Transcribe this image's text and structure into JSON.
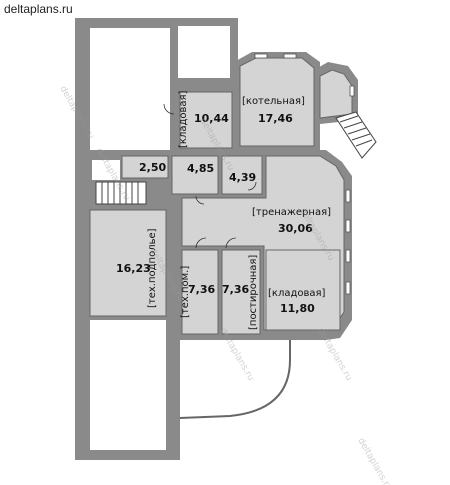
{
  "site": "deltaplans.ru",
  "watermark": "deltaplans.ru",
  "colors": {
    "wall": "#8a8a8a",
    "wall_dark": "#6f6f6f",
    "room_fill": "#d4d4d4",
    "white": "#ffffff",
    "line": "#555555"
  },
  "rooms": {
    "storage_top": {
      "name": "[кладовая]",
      "area": "10,44"
    },
    "boiler": {
      "name": "[котельная]",
      "area": "17,46"
    },
    "stair_small": {
      "area": "2,50"
    },
    "hall_a": {
      "area": "4,85"
    },
    "hall_b": {
      "area": "4,39"
    },
    "gym": {
      "name": "[тренажерная]",
      "area": "30,06"
    },
    "crawl": {
      "name": "[тех.подполье]",
      "area": "16,23"
    },
    "tech": {
      "name": "[тех.пом.]",
      "area": "7,36"
    },
    "laundry": {
      "name": "[постирочная]",
      "area": "7,36"
    },
    "storage_bottom": {
      "name": "[кладовая]",
      "area": "11,80"
    }
  }
}
